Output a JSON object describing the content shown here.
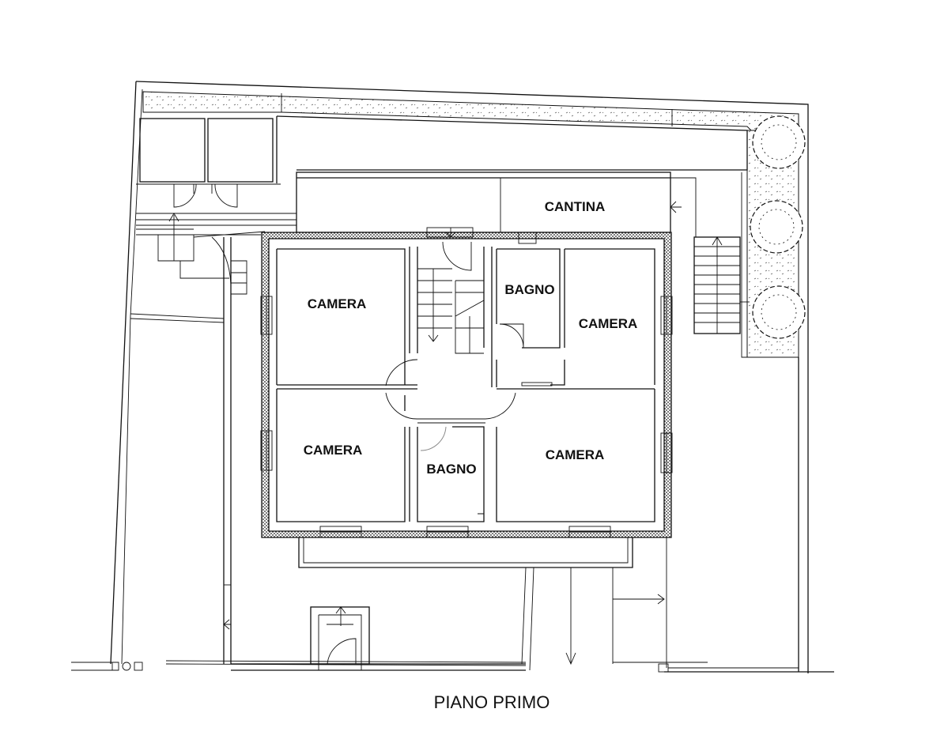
{
  "plan": {
    "caption": "PIANO PRIMO",
    "rooms": {
      "cantina": "CANTINA",
      "camera_top_left": "CAMERA",
      "bagno_top": "BAGNO",
      "camera_top_right": "CAMERA",
      "camera_bottom_left": "CAMERA",
      "bagno_bottom": "BAGNO",
      "camera_bottom_right": "CAMERA"
    }
  }
}
